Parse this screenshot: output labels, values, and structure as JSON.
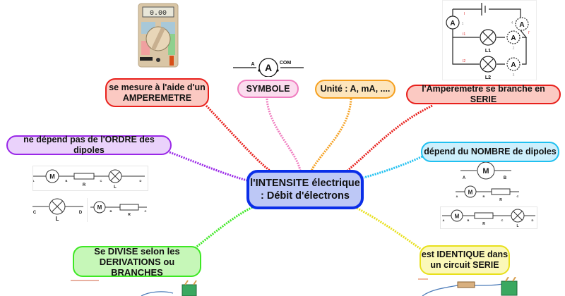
{
  "central": {
    "line1": "l'INTENSITE électrique",
    "line2": ": Débit d'électrons",
    "color": "#0a2ee8"
  },
  "branches": [
    {
      "id": "measure",
      "lines": [
        "se mesure à l'aide d'un",
        "AMPEREMETRE"
      ],
      "color": "#e8201c"
    },
    {
      "id": "symbol",
      "lines": [
        "SYMBOLE"
      ],
      "color": "#f07ec0"
    },
    {
      "id": "unit",
      "lines": [
        "Unité : A, mA, ...."
      ],
      "color": "#f5a020"
    },
    {
      "id": "series",
      "lines": [
        "l'Amperemetre se branche en SERIE"
      ],
      "color": "#e8201c"
    },
    {
      "id": "order",
      "lines": [
        "ne dépend pas de l'ORDRE des dipoles"
      ],
      "color": "#9a28e8"
    },
    {
      "id": "number",
      "lines": [
        "dépend du NOMBRE de dipoles"
      ],
      "color": "#20c0f0"
    },
    {
      "id": "divide",
      "lines": [
        "Se DIVISE selon les",
        "DERIVATIONS ou BRANCHES"
      ],
      "color": "#3ee824"
    },
    {
      "id": "identical",
      "lines": [
        "est IDENTIQUE dans",
        "un circuit SERIE"
      ],
      "color": "#e8e01c"
    }
  ],
  "images": {
    "multimeter": {
      "display": "0.00"
    },
    "symbol": {
      "center": "A",
      "left": "A",
      "right": "COM"
    },
    "circuit": {
      "meters": [
        "A",
        "A",
        "A",
        "A"
      ],
      "lamps": [
        "L1",
        "L2"
      ],
      "numbers": [
        "1",
        "2",
        "3",
        "4"
      ],
      "currents": [
        "I",
        "I1",
        "I2",
        "I'"
      ]
    },
    "order_diagram_1": {
      "motor": "M",
      "resistor": "R",
      "lamp": "L",
      "points": [
        "A",
        "B",
        "C",
        "D"
      ]
    },
    "order_diagram_2": {
      "lamp": "L",
      "points": [
        "C",
        "D"
      ]
    },
    "order_diagram_3": {
      "motor": "M",
      "resistor": "R",
      "points": [
        "B",
        "C"
      ]
    },
    "number_diagram_1": {
      "motor": "M",
      "points": [
        "A",
        "B"
      ]
    },
    "number_diagram_2": {
      "motor": "M",
      "resistor": "R",
      "points": [
        "A",
        "B",
        "C"
      ]
    },
    "number_diagram_3": {
      "motor": "M",
      "resistor": "R",
      "lamp": "L",
      "points": [
        "A",
        "B",
        "C",
        "D"
      ]
    }
  }
}
